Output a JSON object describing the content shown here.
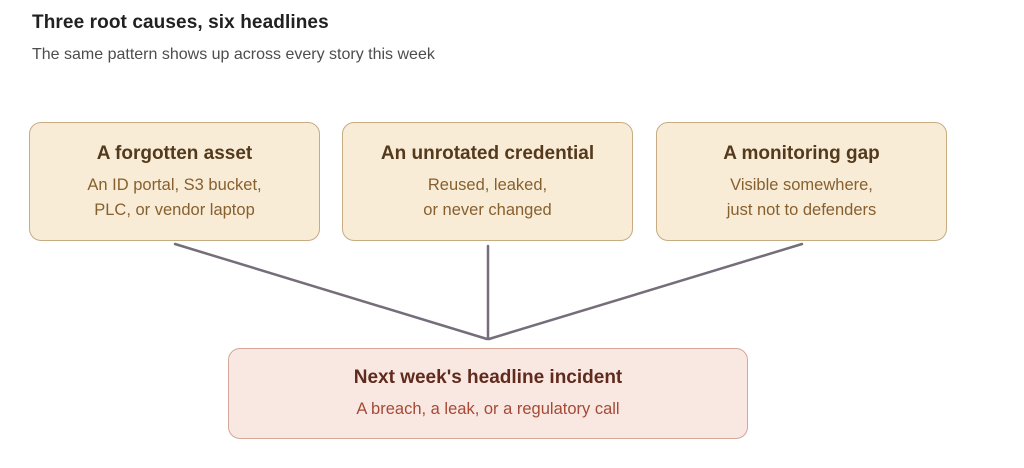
{
  "header": {
    "title": "Three root causes, six headlines",
    "subtitle": "The same pattern shows up across every story this week"
  },
  "causes": [
    {
      "heading": "A forgotten asset",
      "body": "An ID portal, S3 bucket,\nPLC, or vendor laptop"
    },
    {
      "heading": "An unrotated credential",
      "body": "Reused, leaked,\nor never changed"
    },
    {
      "heading": "A monitoring gap",
      "body": "Visible somewhere,\njust not to defenders"
    }
  ],
  "outcome": {
    "heading": "Next week's headline incident",
    "body": "A breach, a leak, or a regulatory call"
  },
  "colors": {
    "cause_box_bg": "#f8ecd7",
    "cause_box_border": "#c7ab83",
    "cause_heading_text": "#543a1d",
    "cause_body_text": "#87602f",
    "outcome_box_bg": "#f9e8e2",
    "outcome_box_border": "#d4a798",
    "outcome_heading_text": "#602a1d",
    "outcome_body_text": "#a44a36",
    "connector_line": "#756e7a",
    "title_text": "#212121",
    "subtitle_text": "#4d4d4d"
  }
}
